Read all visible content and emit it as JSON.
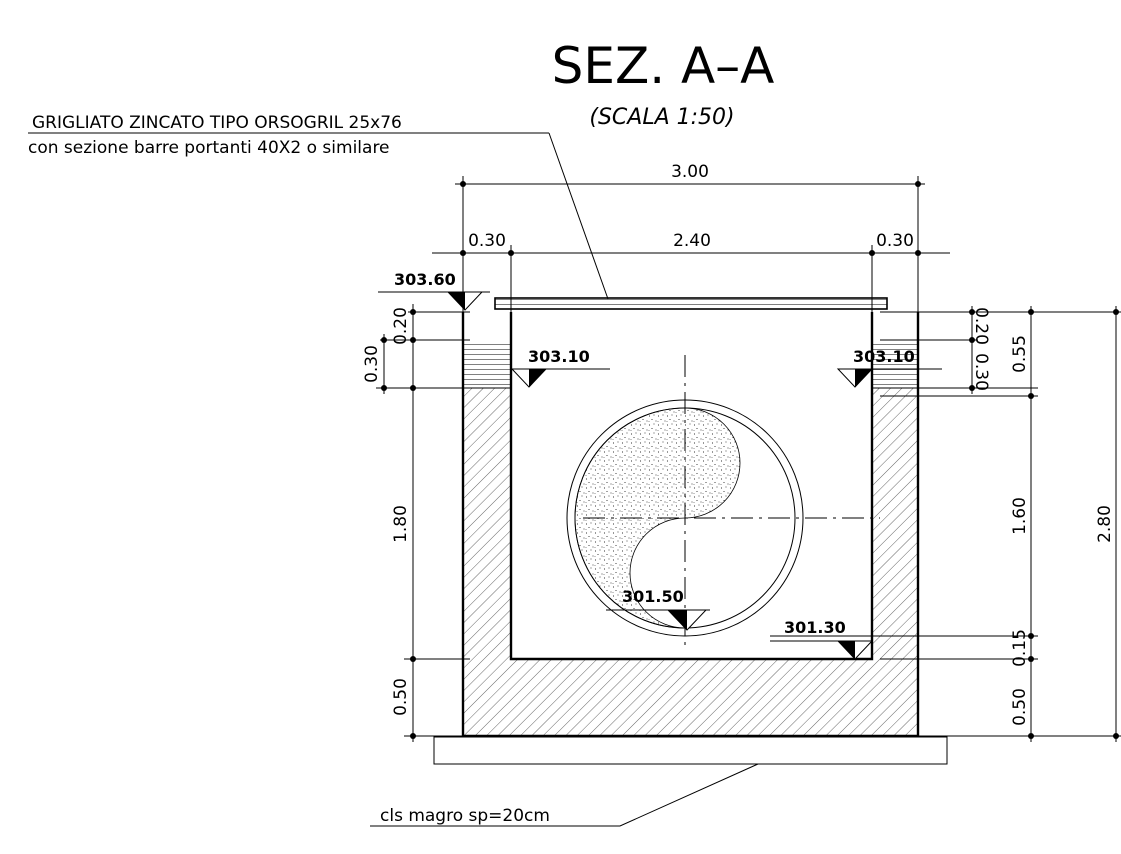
{
  "title": "SEZ. A–A",
  "scale": "(SCALA 1:50)",
  "notes": {
    "grating_line1": "GRIGLIATO ZINCATO TIPO ORSOGRIL 25x76",
    "grating_line2": "con sezione barre portanti 40X2 o similare",
    "lean_concrete": "cls magro sp=20cm"
  },
  "dimensions": {
    "top_total": "3.00",
    "top_left_wall": "0.30",
    "top_inner": "2.40",
    "top_right_wall": "0.30",
    "left_020": "0.20",
    "left_030": "0.30",
    "left_180": "1.80",
    "left_050": "0.50",
    "right_020": "0.20",
    "right_030": "0.30",
    "right_055": "0.55",
    "right_160": "1.60",
    "right_015": "0.15",
    "right_050": "0.50",
    "right_280": "2.80"
  },
  "elevations": {
    "top_grating": "303.60",
    "left_inner": "303.10",
    "right_inner": "303.10",
    "pipe_invert": "301.50",
    "floor": "301.30"
  },
  "colors": {
    "line": "#000000",
    "background": "#ffffff"
  }
}
